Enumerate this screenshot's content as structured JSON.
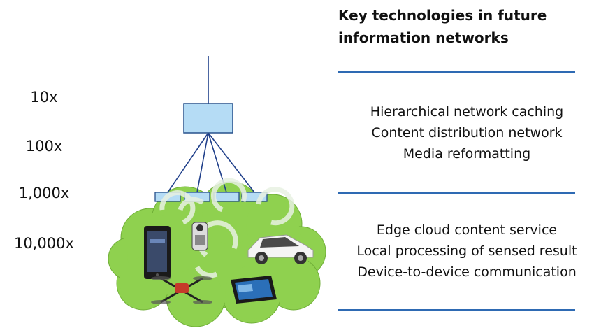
{
  "scale_labels": [
    "10x",
    "100x",
    "1,000x",
    "10,000x"
  ],
  "heading": {
    "line1": "Key technologies in future",
    "line2": "information networks"
  },
  "tech_groups": [
    {
      "lines": [
        "Hierarchical network caching",
        "Content distribution network",
        "Media reformatting"
      ]
    },
    {
      "lines": [
        "Edge cloud content service",
        "Local processing of sensed result",
        "Device-to-device communication"
      ]
    }
  ],
  "colors": {
    "node_fill": "#b5dcf5",
    "node_stroke": "#27508b",
    "line": "#1f3f8a",
    "cloud_fill": "#8fd14f",
    "divider": "#2e6ab3"
  },
  "icons": [
    "smartphone-icon",
    "robot-icon",
    "car-icon",
    "drone-icon",
    "tablet-icon",
    "refresh-arrows-icon"
  ]
}
